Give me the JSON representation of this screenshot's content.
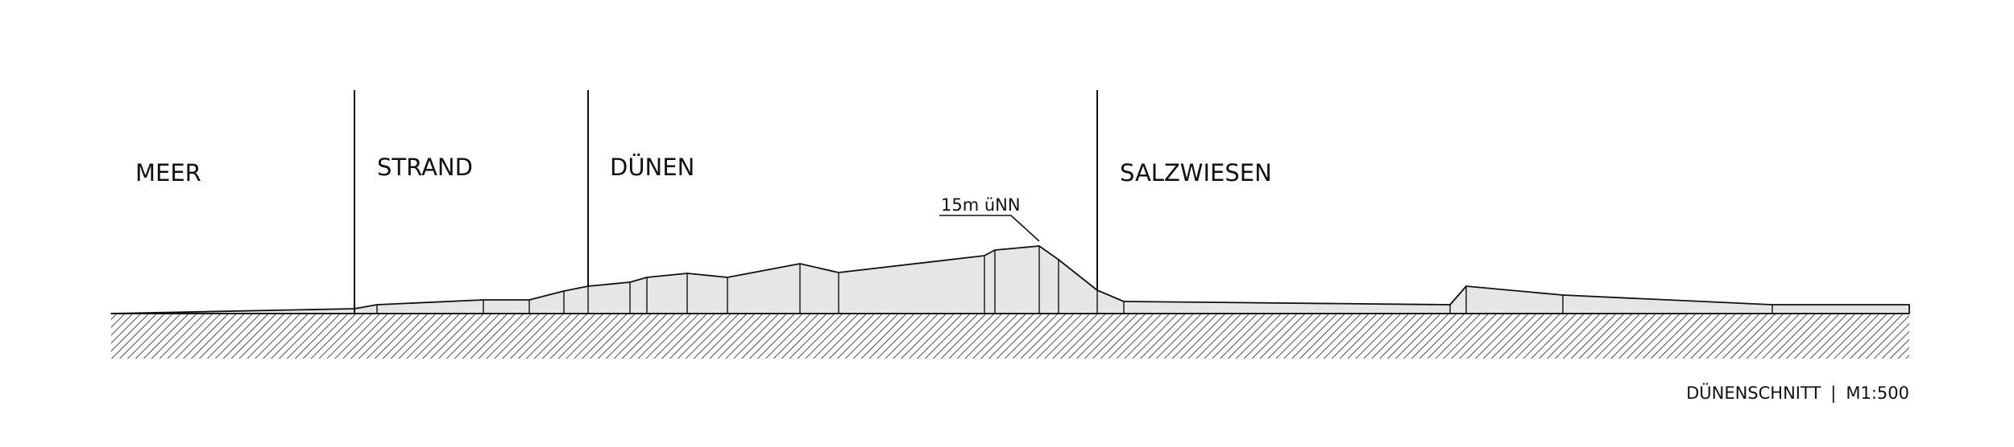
{
  "zones": {
    "meer": "MEER",
    "strand": "STRAND",
    "duenen": "DÜNEN",
    "salzwiesen": "SALZWIESEN"
  },
  "annotation": {
    "peak_height": "15m üNN"
  },
  "caption": {
    "title": "DÜNENSCHNITT",
    "separator": "|",
    "scale": "M1:500"
  },
  "colors": {
    "ink": "#111111",
    "dune_fill": "#e6e6e6",
    "hatch": "#222222"
  }
}
